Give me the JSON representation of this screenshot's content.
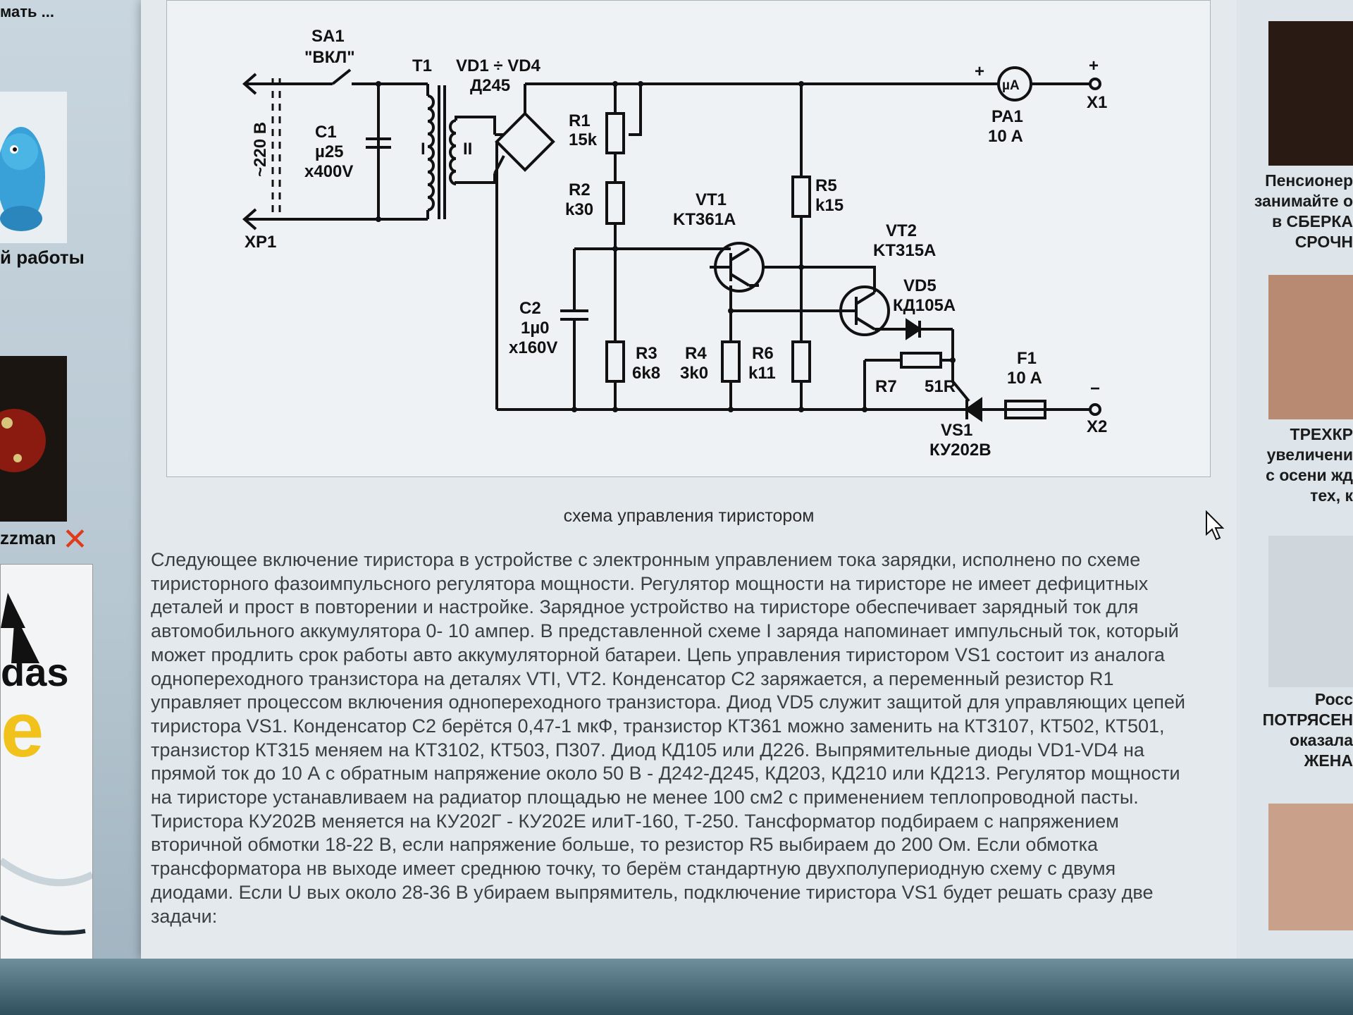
{
  "left_sidebar": {
    "top_text": "мать ...",
    "caption1": "й работы",
    "username": "zzman",
    "brand_fragment": "das",
    "letter_fragment": "e"
  },
  "schematic": {
    "switch": {
      "ref": "SA1",
      "label": "\"ВКЛ\""
    },
    "mains_voltage": "~220 В",
    "plug": "XP1",
    "cap1": {
      "ref": "C1",
      "line1": "µ25",
      "line2": "x400V"
    },
    "transformer": {
      "ref": "T1",
      "winding1": "I",
      "winding2": "II"
    },
    "bridge": {
      "ref": "VD1 ÷ VD4",
      "type": "Д245"
    },
    "r1": {
      "ref": "R1",
      "value": "15k"
    },
    "r2": {
      "ref": "R2",
      "value": "k30"
    },
    "r3": {
      "ref": "R3",
      "value": "6k8"
    },
    "r4": {
      "ref": "R4",
      "value": "3k0"
    },
    "r5": {
      "ref": "R5",
      "value": "k15"
    },
    "r6": {
      "ref": "R6",
      "value": "k11"
    },
    "r7": {
      "ref": "R7",
      "value": "51R"
    },
    "cap2": {
      "ref": "C2",
      "line1": "1µ0",
      "line2": "x160V"
    },
    "vt1": {
      "ref": "VT1",
      "type": "KT361A"
    },
    "vt2": {
      "ref": "VT2",
      "type": "KT315A"
    },
    "vd5": {
      "ref": "VD5",
      "type": "КД105А"
    },
    "vs1": {
      "ref": "VS1",
      "type": "КУ202В"
    },
    "fuse": {
      "ref": "F1",
      "rating": "10 A"
    },
    "ammeter": {
      "symbol": "µA",
      "ref": "PA1",
      "range": "10 A"
    },
    "terminal_x1": {
      "ref": "X1",
      "polarity": "+"
    },
    "terminal_x2": {
      "ref": "X2",
      "polarity": "−"
    },
    "plus_sign": "+"
  },
  "caption": "схема управления тиристором",
  "article_lines": [
    "Следующее включение тиристора в устройстве с электронным управлением тока зарядки, исполнено по схеме",
    "тиристорного фазоимпульсного регулятора мощности. Регулятор мощности на тиристоре не имеет дефицитных",
    "деталей и прост в повторении и настройке. Зарядное устройство на тиристоре обеспечивает зарядный ток для",
    "автомобильного аккумулятора 0- 10 ампер. В представленной схеме I заряда напоминает импульсный ток, который",
    "может продлить срок работы авто аккумуляторной батареи. Цепь управления тиристором VS1 состоит из аналога",
    "однопереходного транзистора на деталях VTI, VT2. Конденсатор C2 заряжается, а переменный резистор R1",
    "управляет процессом включения однопереходного транзистора. Диод VD5 служит защитой для управляющих цепей",
    "тиристора VS1. Конденсатор C2 берётся 0,47-1 мкФ, транзистор КТ361 можно заменить на КТ3107, КТ502, КТ501,",
    "транзистор КТ315 меняем на КТ3102, КТ503, П307. Диод КД105 или Д226. Выпрямительные диоды VD1-VD4 на",
    "прямой ток до 10 А с обратным напряжение около 50 В - Д242-Д245, КД203, КД210 или КД213. Регулятор мощности",
    "на тиристоре устанавливаем на радиатор площадью не менее 100 см2 с применением теплопроводной пасты.",
    "Тиристора КУ202В меняется на КУ202Г - КУ202Е илиТ-160, Т-250. Тансформатор подбираем с напряжением",
    "вторичной обмотки 18-22 В, если напряжение больше, то резистор R5 выбираем до 200 Ом. Если обмотка",
    "трансформатора нв выходе имеет среднюю точку, то берём стандартную двухполупериодную схему с двумя",
    "диодами. Если U вых около 28-36 В убираем выпрямитель, подключение тиристора VS1 будет решать сразу две",
    "задачи:"
  ],
  "right_sidebar": {
    "news1": [
      "Пенсионер",
      "занимайте о",
      "в СБЕРКА",
      "СРОЧН"
    ],
    "news2": [
      "ТРЕХКР",
      "увеличени",
      "с осени жд",
      "тех, к"
    ],
    "news3": [
      "Росс",
      "ПОТРЯСЕН",
      "оказала",
      "ЖЕНА"
    ]
  }
}
